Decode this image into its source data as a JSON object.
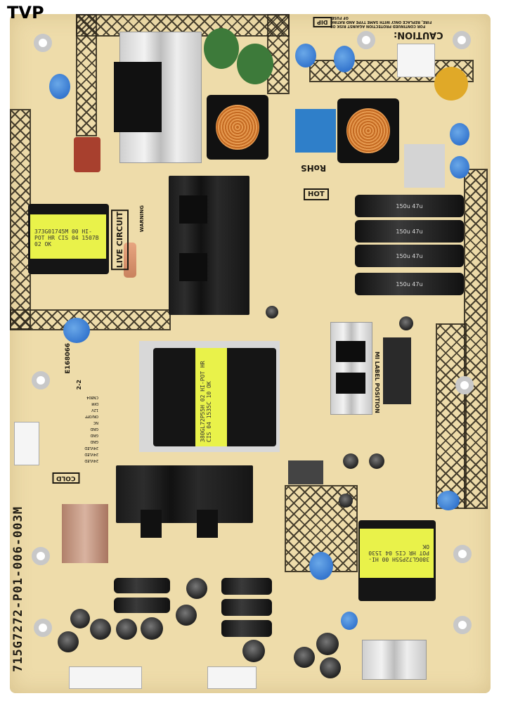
{
  "watermark": "TVP",
  "board": {
    "part_number": "715G7272-P01-006-003M",
    "caution_label": "CAUTION:",
    "caution_text": "FOR CONTINUED PROTECTION AGAINST RISK OF FIRE, REPLACE ONLY WITH SAME TYPE AND RATING OF FUSE.",
    "warning_label": "WARNING",
    "live_circuit_label": "LIVE CIRCUIT",
    "hot_label": "HOT",
    "cold_label": "COLD",
    "mi_label": "MI LABEL POSITION",
    "ul_code": "E168066",
    "rohs_label": "RoHS",
    "dip_label": "DIP",
    "date_code": "2-2",
    "transformer_small_label": "373G01745M  00  HI-POT HR  CIS 04 1507B 02  OK",
    "transformer_main_label": "380GL72P55H 02 HI-POT HR CIS 04 1535C 10 OK",
    "transformer_right_label": "380GL72P55H 00 HI-POT HR CIS 04 1530 OK",
    "bulk_cap_label": "150u 47u",
    "connector_table": [
      "24VLED",
      "24VLED",
      "24VLED",
      "GND",
      "GND",
      "GND",
      "NC",
      "ON/OFF",
      "12V",
      "DIM",
      "CN804"
    ],
    "colors": {
      "board": "#eedcaa",
      "silkscreen": "#1e1a12",
      "heatsink": "#1a1a1a",
      "y_capacitor": "#1f62c4"
    }
  }
}
